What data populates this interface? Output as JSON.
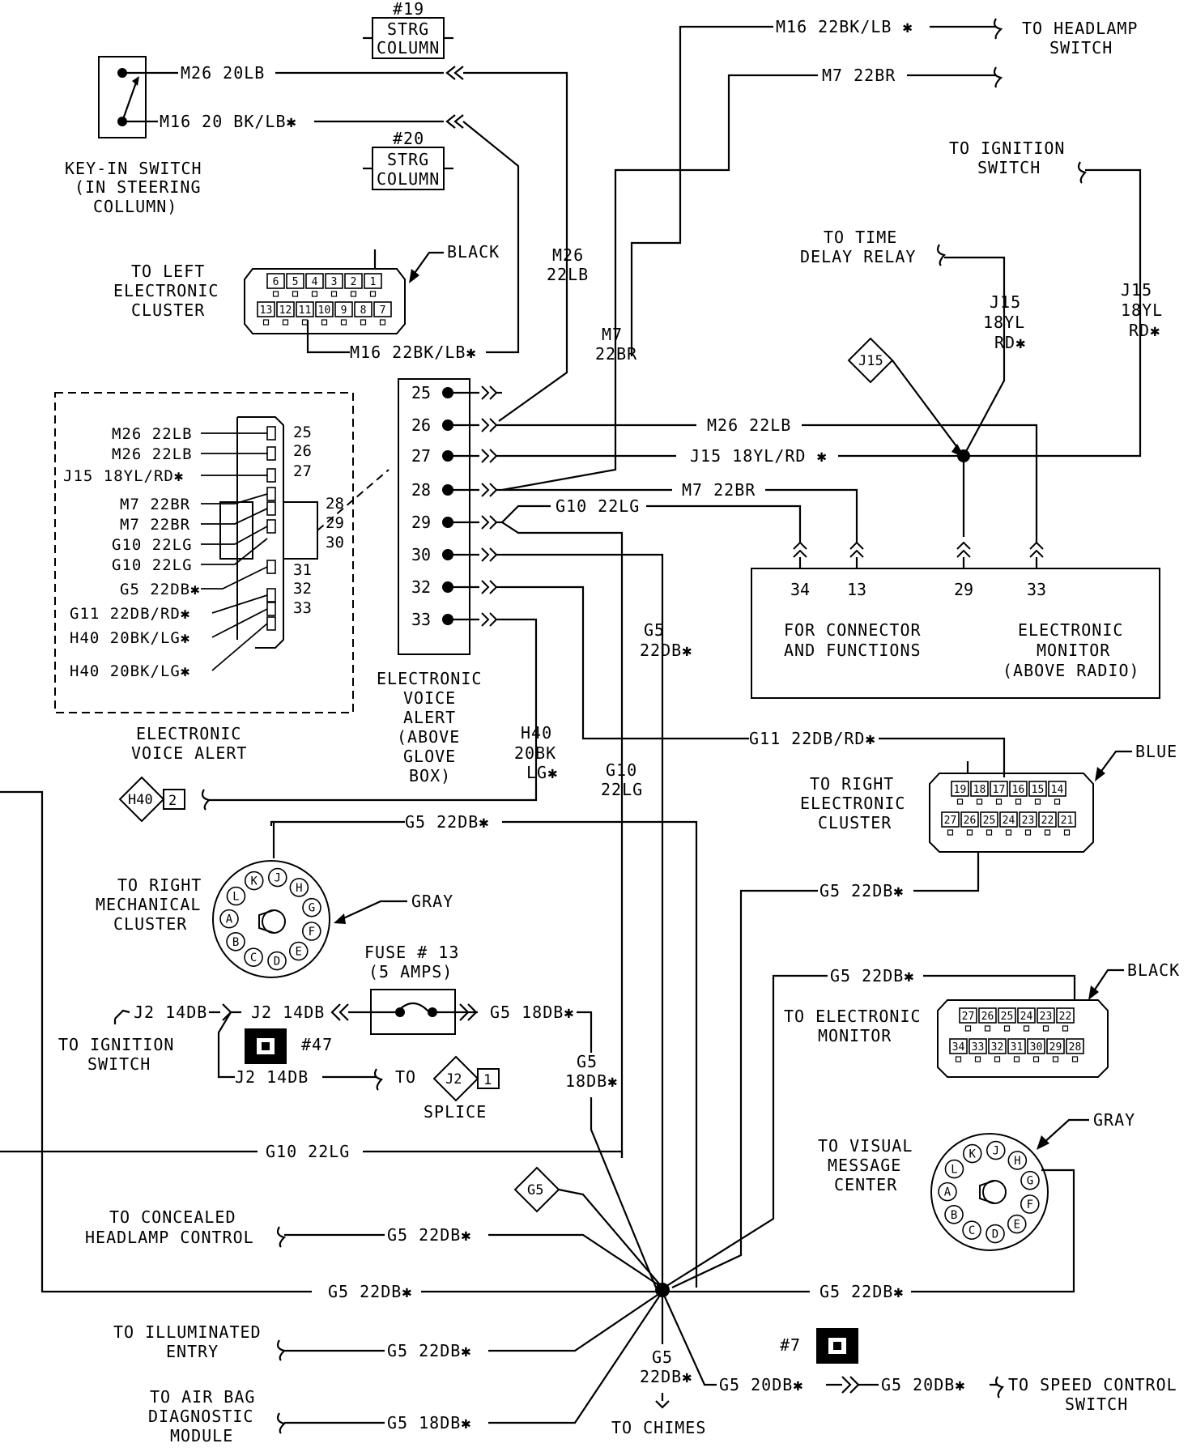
{
  "connectors": {
    "strg19": {
      "num": "#19",
      "l1": "STRG",
      "l2": "COLUMN"
    },
    "strg20": {
      "num": "#20",
      "l1": "STRG",
      "l2": "COLUMN"
    },
    "keyin": {
      "l1": "KEY-IN SWITCH",
      "l2": "(IN STEERING",
      "l3": "COLLUMN)"
    },
    "left_cluster": {
      "l1": "TO LEFT",
      "l2": "ELECTRONIC",
      "l3": "CLUSTER",
      "color": "BLACK",
      "pins_top": [
        "6",
        "5",
        "4",
        "3",
        "2",
        "1"
      ],
      "pins_bot": [
        "13",
        "12",
        "11",
        "10",
        "9",
        "8",
        "7"
      ]
    },
    "eva_label": {
      "l1": "ELECTRONIC",
      "l2": "VOICE ALERT"
    },
    "eva_box": {
      "l1": "ELECTRONIC",
      "l2": "VOICE",
      "l3": "ALERT",
      "l4": "(ABOVE",
      "l5": "GLOVE",
      "l6": "BOX)",
      "pins": [
        "25",
        "26",
        "27",
        "28",
        "29",
        "30",
        "32",
        "33"
      ]
    },
    "monitor": {
      "pins": [
        "34",
        "13",
        "29",
        "33"
      ],
      "c1": "FOR CONNECTOR",
      "c2": "AND FUNCTIONS",
      "r1": "ELECTRONIC",
      "r2": "MONITOR",
      "r3": "(ABOVE RADIO)"
    },
    "right_cluster": {
      "l1": "TO RIGHT",
      "l2": "ELECTRONIC",
      "l3": "CLUSTER",
      "color": "BLUE",
      "pins_top": [
        "19",
        "18",
        "17",
        "16",
        "15",
        "14"
      ],
      "pins_bot": [
        "27",
        "26",
        "25",
        "24",
        "23",
        "22",
        "21"
      ]
    },
    "mech_cluster": {
      "l1": "TO RIGHT",
      "l2": "MECHANICAL",
      "l3": "CLUSTER",
      "color": "GRAY"
    },
    "emon": {
      "l1": "TO ELECTRONIC",
      "l2": "MONITOR",
      "color": "BLACK",
      "pins_top": [
        "27",
        "26",
        "25",
        "24",
        "23",
        "22"
      ],
      "pins_bot": [
        "34",
        "33",
        "32",
        "31",
        "30",
        "29",
        "28"
      ]
    },
    "vmc": {
      "l1": "TO VISUAL",
      "l2": "MESSAGE",
      "l3": "CENTER",
      "color": "GRAY"
    },
    "round_letters": [
      "J",
      "H",
      "G",
      "F",
      "E",
      "D",
      "C",
      "B",
      "A",
      "L",
      "K"
    ]
  },
  "wires": {
    "m26_20lb": "M26 20LB",
    "m16_20": "M16 20 BK/LB✱",
    "m16_22_hl": "M16 22BK/LB ✱",
    "m7_22br_top": "M7 22BR",
    "to_headlamp1": "TO HEADLAMP",
    "to_headlamp2": "SWITCH",
    "to_ign1": "TO IGNITION",
    "to_ign2": "SWITCH",
    "to_tdr1": "TO TIME",
    "to_tdr2": "DELAY RELAY",
    "m26_v1": "M26",
    "m26_v2": "22LB",
    "m7_v1": "M7",
    "m7_v2": "22BR",
    "j15_v1": "J15",
    "j15_v2": "18YL",
    "j15_v3": "RD✱",
    "j15r_v1": "J15",
    "j15r_v2": "18YL",
    "j15r_v3": "RD✱",
    "j15_diamond": "J15",
    "m16_22_lc": "M16 22BK/LB✱",
    "m26_22lb_h": "M26 22LB",
    "j15_h": "J15 18YL/RD ✱",
    "m7_h": "M7 22BR",
    "g10_h": "G10 22LG",
    "g5_v1": "G5",
    "g5_v2": "22DB✱",
    "g10_v1": "G10",
    "g10_v2": "22LG",
    "h40_v1": "H40",
    "h40_v2": "20BK",
    "h40_v3": "LG✱",
    "h40_diamond": "H40",
    "h40_num": "2",
    "g11": "G11 22DB/RD✱",
    "g5_top": "G5 22DB✱",
    "g5_rc": "G5 22DB✱",
    "g5_em": "G5 22DB✱",
    "fuse1": "FUSE # 13",
    "fuse2": "(5 AMPS)",
    "j2a": "J2 14DB",
    "j2b": "J2 14DB",
    "j2c": "J2 14DB",
    "g5_18db_h": "G5 18DB✱",
    "g5_18db_v1": "G5",
    "g5_18db_v2": "18DB✱",
    "to_ign_l1": "TO IGNITION",
    "to_ign_l2": "SWITCH",
    "c47": "#47",
    "c7": "#7",
    "to": "TO",
    "j2_diamond": "J2",
    "j2_num": "1",
    "splice": "SPLICE",
    "g10_bottom": "G10 22LG",
    "g5_diamond": "G5",
    "to_chl1": "TO CONCEALED",
    "to_chl2": "HEADLAMP CONTROL",
    "g5_chl": "G5 22DB✱",
    "g5_left": "G5 22DB✱",
    "g5_right": "G5 22DB✱",
    "to_ie1": "TO ILLUMINATED",
    "to_ie2": "ENTRY",
    "g5_ie": "G5 22DB✱",
    "to_ab1": "TO AIR BAG",
    "to_ab2": "DIAGNOSTIC",
    "to_ab3": "MODULE",
    "g5_ab": "G5 18DB✱",
    "g5_ch1": "G5",
    "g5_ch2": "22DB✱",
    "to_chimes": "TO CHIMES",
    "g5_20a": "G5 20DB✱",
    "g5_20b": "G5 20DB✱",
    "to_sc1": "TO SPEED CONTROL",
    "to_sc2": "SWITCH"
  },
  "eva_wires": {
    "labels": [
      "M26 22LB",
      "M26 22LB",
      "J15 18YL/RD✱",
      "M7 22BR",
      "M7 22BR",
      "G10 22LG",
      "G10 22LG",
      "G5 22DB✱",
      "G11 22DB/RD✱",
      "H40 20BK/LG✱",
      "H40 20BK/LG✱"
    ],
    "pins": [
      "25",
      "26",
      "27",
      "28",
      "29",
      "30",
      "31",
      "32",
      "33"
    ]
  }
}
